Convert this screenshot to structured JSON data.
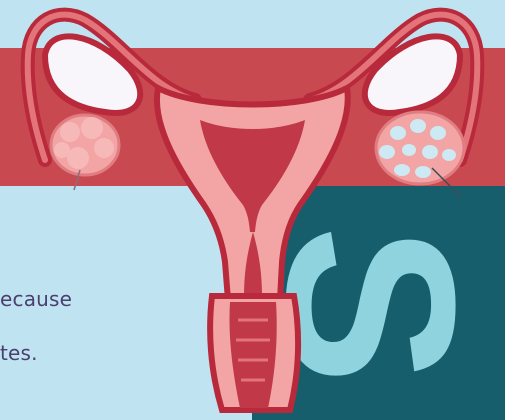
{
  "colors": {
    "background": "#bfe3f1",
    "red_band": "#c8494f",
    "teal_panel": "#165e6c",
    "letter_fill": "#8fd3df",
    "tissue_dark": "#b8293b",
    "tissue_light": "#f2a5a4",
    "text": "#4a3f6e"
  },
  "text": {
    "line1": "ecause",
    "line2": "tes."
  },
  "graphic": {
    "subject": "uterus-illustration",
    "large_letter": "S"
  }
}
